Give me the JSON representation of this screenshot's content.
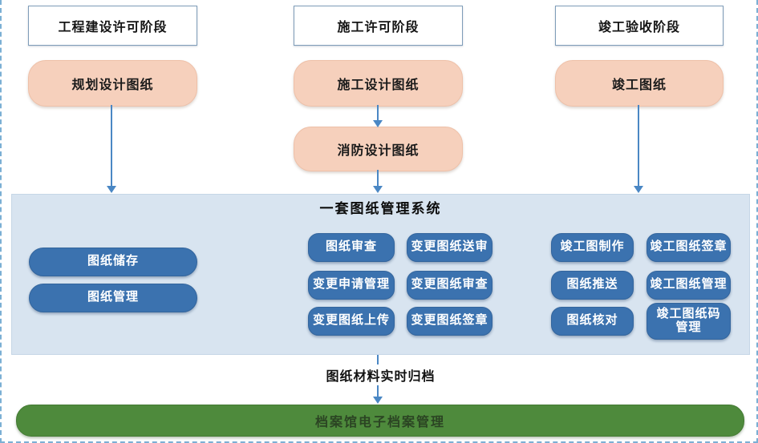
{
  "stages": [
    {
      "header": "工程建设许可阶段",
      "docs": [
        "规划设计图纸"
      ]
    },
    {
      "header": "施工许可阶段",
      "docs": [
        "施工设计图纸",
        "消防设计图纸"
      ]
    },
    {
      "header": "竣工验收阶段",
      "docs": [
        "竣工图纸"
      ]
    }
  ],
  "system": {
    "title": "一套图纸管理系统",
    "groups": [
      {
        "items": [
          "图纸储存",
          "图纸管理"
        ]
      },
      {
        "items": [
          "图纸审查",
          "变更图纸送审",
          "变更申请管理",
          "变更图纸审查",
          "变更图纸上传",
          "变更图纸签章"
        ]
      },
      {
        "items": [
          "竣工图制作",
          "竣工图纸签章",
          "图纸推送",
          "竣工图纸管理",
          "图纸核对",
          "竣工图纸码管理"
        ]
      }
    ]
  },
  "archive_flow_label": "图纸材料实时归档",
  "archive_bar_label": "档案馆电子档案管理",
  "colors": {
    "stage_box_border": "#7f9db9",
    "doc_box_fill": "#f6d0bc",
    "panel_fill": "#d8e4f0",
    "pill_fill": "#3b72af",
    "archive_bar_fill": "#4e8a3c",
    "arrow": "#4a87c4",
    "dashed_border": "#7bafd4"
  }
}
